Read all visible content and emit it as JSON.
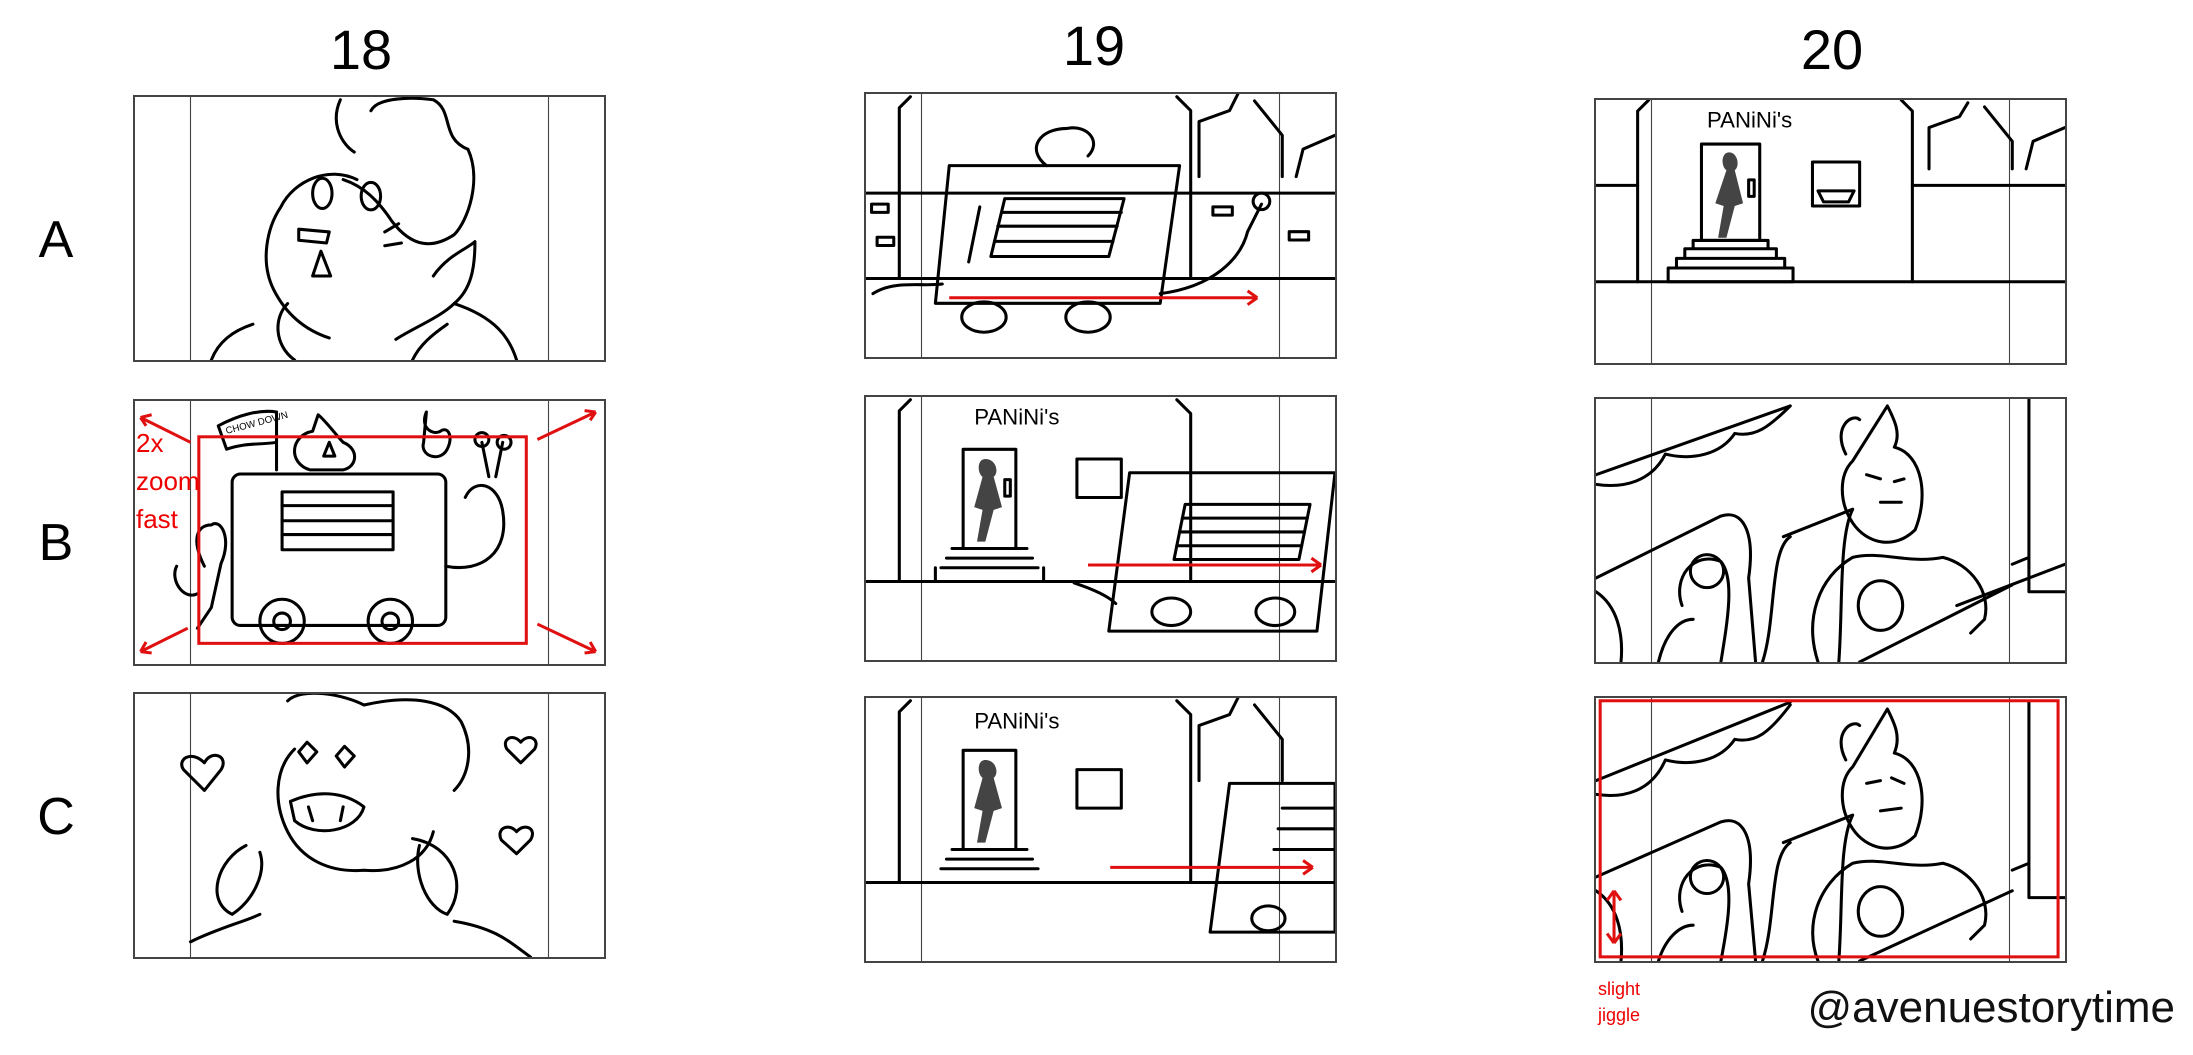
{
  "columns": [
    {
      "label": "18"
    },
    {
      "label": "19"
    },
    {
      "label": "20"
    }
  ],
  "rows": [
    {
      "label": "A"
    },
    {
      "label": "B"
    },
    {
      "label": "C"
    }
  ],
  "annotations": {
    "zoom_note": [
      "2x",
      "zoom",
      "fast"
    ],
    "jiggle_note": [
      "slight",
      "jiggle"
    ]
  },
  "signs": {
    "shop": "PANiNi's",
    "flag": "CHOW DOWN"
  },
  "credit": "@avenuestorytime",
  "colors": {
    "annotation": "#e01010",
    "line": "#000000"
  }
}
